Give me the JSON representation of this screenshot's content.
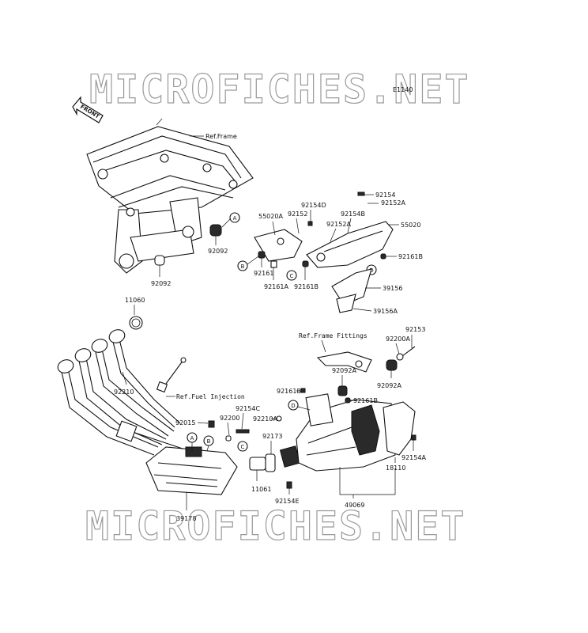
{
  "watermark": {
    "text": "MICROFICHES.NET"
  },
  "diagram_code": "E1140",
  "front_arrow": {
    "text": "FRONT"
  },
  "references": {
    "frame": "Ref.Frame",
    "frame_fittings": "Ref.Frame Fittings",
    "fuel_injection": "Ref.Fuel Injection"
  },
  "callouts": {
    "a": "A",
    "b": "B",
    "c": "C",
    "d": "D"
  },
  "labels": {
    "p11060": "11060",
    "p92092_top": "92092",
    "p92092_bottom": "92092",
    "p55020A": "55020A",
    "p92152_left": "92152",
    "p92154D": "92154D",
    "p92154B": "92154B",
    "p92152A_mid": "92152A",
    "p92154": "92154",
    "p92152A_right": "92152A",
    "p55020": "55020",
    "p92161B_right": "92161B",
    "p92161": "92161",
    "p92161A": "92161A",
    "p92161B_mid": "92161B",
    "p39156": "39156",
    "p39156A": "39156A",
    "p92153": "92153",
    "p92200A": "92200A",
    "p92092A_top": "92092A",
    "p92092A_bottom": "92092A",
    "p92210": "92210",
    "p92161B_a": "92161B",
    "p92161B_b": "92161B",
    "p92015": "92015",
    "p92200": "92200",
    "p92154C": "92154C",
    "p92210A": "92210A",
    "p92173": "92173",
    "p11061": "11061",
    "p92154E": "92154E",
    "p39178": "39178",
    "p18110": "18110",
    "p92154A": "92154A",
    "p49069": "49069"
  }
}
